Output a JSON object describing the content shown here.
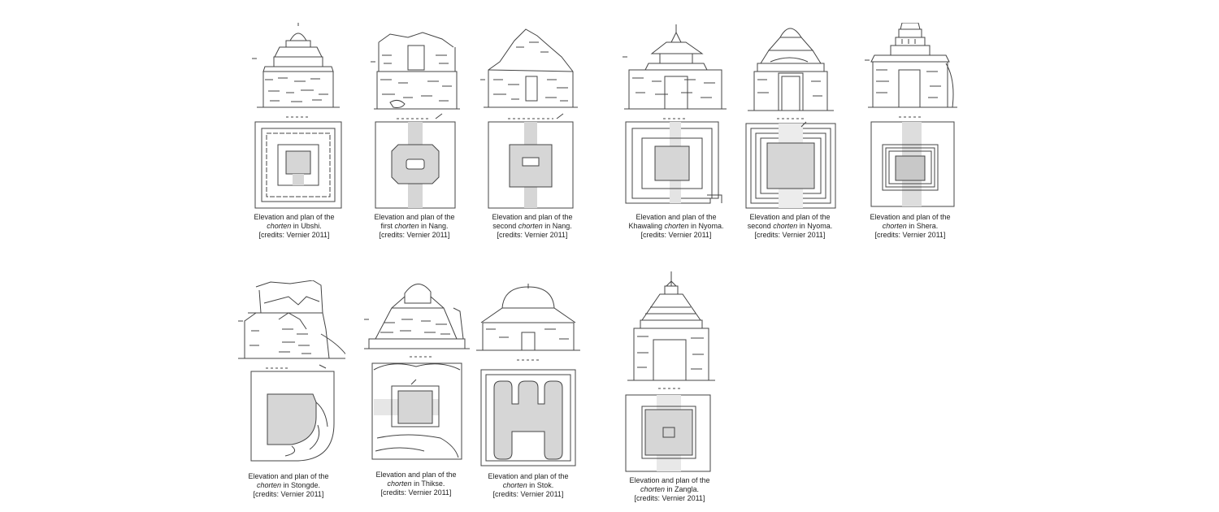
{
  "colors": {
    "ink": "#444444",
    "fill": "#d6d6d6",
    "paper": "#ffffff"
  },
  "figures": [
    {
      "name": "chorten-ubshi",
      "caption": {
        "line1": "Elevation and plan of the",
        "pre": "",
        "italic": "chorten",
        "post": " in Ubshi.",
        "credits": "[credits: Vernier 2011]"
      }
    },
    {
      "name": "chorten-nang-first",
      "caption": {
        "line1": "Elevation and plan of the",
        "pre": "first ",
        "italic": "chorten",
        "post": " in Nang.",
        "credits": "[credits: Vernier 2011]"
      }
    },
    {
      "name": "chorten-nang-second",
      "caption": {
        "line1": "Elevation and plan of the",
        "pre": "second ",
        "italic": "chorten",
        "post": " in Nang.",
        "credits": "[credits: Vernier 2011]"
      }
    },
    {
      "name": "chorten-nyoma-khawaling",
      "caption": {
        "line1": "Elevation and plan of the",
        "pre": "Khawaling ",
        "italic": "chorten",
        "post": " in Nyoma.",
        "credits": "[credits: Vernier 2011]"
      }
    },
    {
      "name": "chorten-nyoma-second",
      "caption": {
        "line1": "Elevation and plan of the",
        "pre": "second ",
        "italic": "chorten",
        "post": " in Nyoma.",
        "credits": "[credits: Vernier 2011]"
      }
    },
    {
      "name": "chorten-shera",
      "caption": {
        "line1": "Elevation and plan of the",
        "pre": "",
        "italic": "chorten",
        "post": " in Shera.",
        "credits": "[credits: Vernier 2011]"
      }
    },
    {
      "name": "chorten-stongde",
      "caption": {
        "line1": "Elevation and plan of the",
        "pre": "",
        "italic": "chorten",
        "post": " in Stongde.",
        "credits": "[credits: Vernier 2011]"
      }
    },
    {
      "name": "chorten-thikse",
      "caption": {
        "line1": "Elevation and plan of the",
        "pre": "",
        "italic": "chorten",
        "post": " in Thikse.",
        "credits": "[credits: Vernier 2011]"
      }
    },
    {
      "name": "chorten-stok",
      "caption": {
        "line1": "Elevation and plan of the",
        "pre": "",
        "italic": "chorten",
        "post": " in Stok.",
        "credits": "[credits: Vernier 2011]"
      }
    },
    {
      "name": "chorten-zangla",
      "caption": {
        "line1": "Elevation and plan of the",
        "pre": "",
        "italic": "chorten",
        "post": " in Zangla.",
        "credits": "[credits: Vernier 2011]"
      }
    }
  ]
}
